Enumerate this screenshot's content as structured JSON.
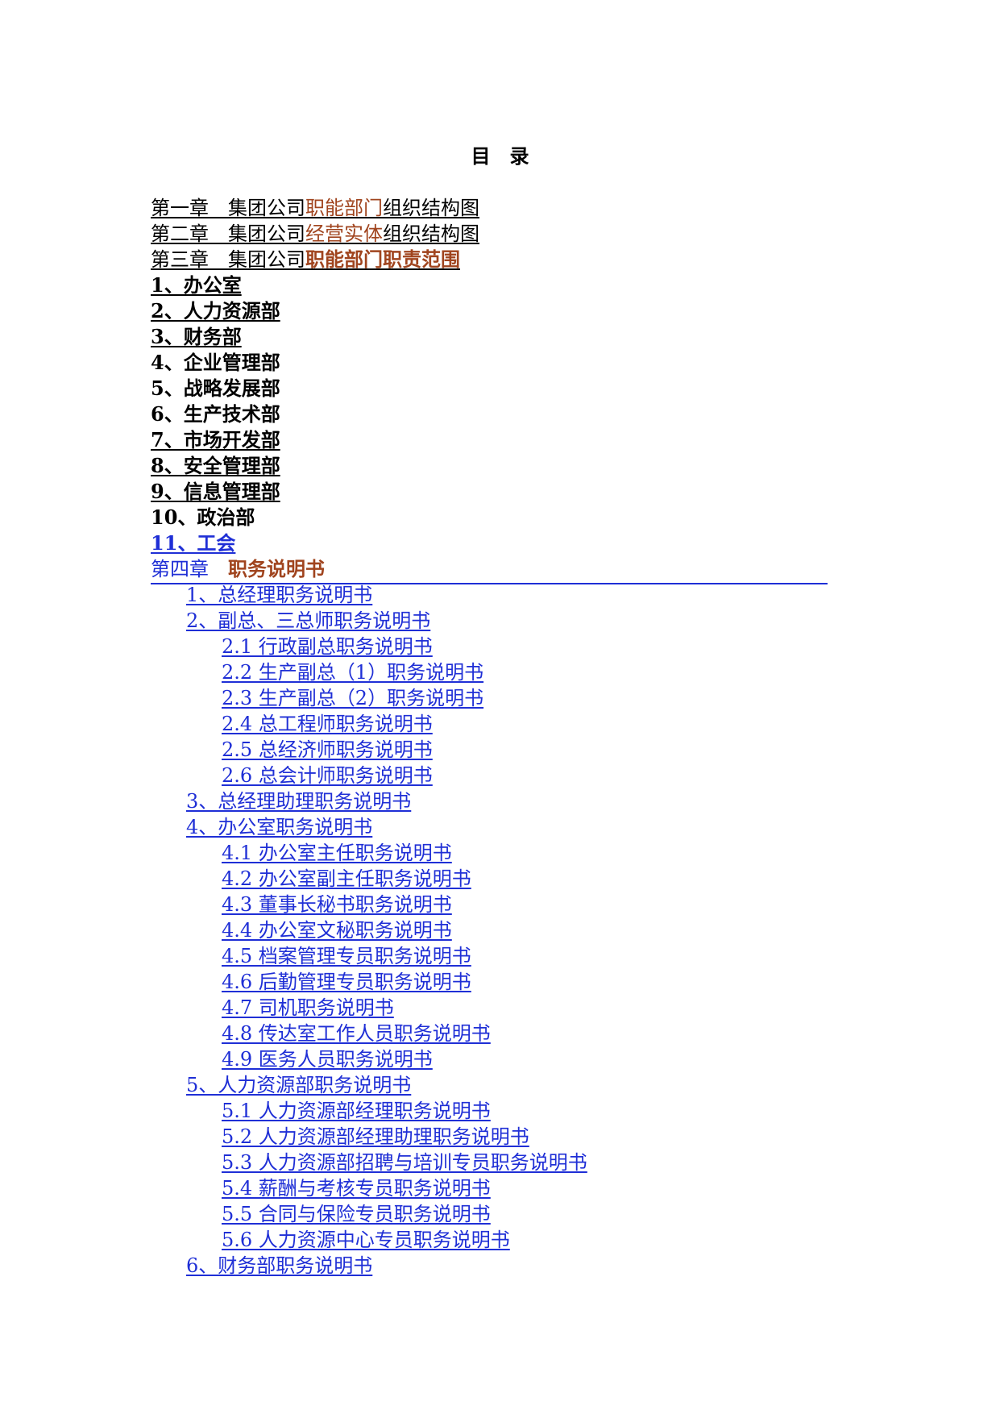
{
  "title": "目　录",
  "chapters": {
    "ch1": {
      "prefix": "第一章　集团公司",
      "highlight": "职能部门",
      "suffix": "组织结构图"
    },
    "ch2": {
      "prefix": "第二章　集团公司",
      "highlight": "经营实体",
      "suffix": "组织结构图"
    },
    "ch3": {
      "prefix": "第三章　集团公司",
      "highlight": "职能部门职责范围"
    },
    "ch4": {
      "prefix": "第四章　",
      "highlight": "职务说明书"
    }
  },
  "departments": [
    "1、办公室",
    "2、人力资源部",
    "3、财务部",
    "4、企业管理部",
    "5、战略发展部",
    "6、生产技术部",
    "7、市场开发部",
    "8、安全管理部",
    "9、信息管理部",
    "10、政治部",
    "11、工会"
  ],
  "job_descriptions": [
    "1、总经理职务说明书",
    "2、副总、三总师职务说明书",
    "2.1 行政副总职务说明书",
    "2.2 生产副总（1）职务说明书",
    "2.3 生产副总（2）职务说明书",
    "2.4 总工程师职务说明书",
    "2.5 总经济师职务说明书",
    "2.6 总会计师职务说明书",
    "3、总经理助理职务说明书",
    "4、办公室职务说明书",
    "4.1 办公室主任职务说明书",
    "4.2 办公室副主任职务说明书",
    "4.3 董事长秘书职务说明书",
    "4.4 办公室文秘职务说明书",
    "4.5 档案管理专员职务说明书",
    "4.6 后勤管理专员职务说明书",
    "4.7 司机职务说明书",
    "4.8 传达室工作人员职务说明书",
    "4.9 医务人员职务说明书",
    "5、人力资源部职务说明书",
    "5.1 人力资源部经理职务说明书",
    "5.2 人力资源部经理助理职务说明书",
    "5.3 人力资源部招聘与培训专员职务说明书",
    "5.4 薪酬与考核专员职务说明书",
    "5.5 合同与保险专员职务说明书",
    "5.6 人力资源中心专员职务说明书",
    "6、财务部职务说明书"
  ],
  "colors": {
    "link_blue": "#1f2fd6",
    "highlight_brown": "#a0441e",
    "text": "#000000"
  }
}
